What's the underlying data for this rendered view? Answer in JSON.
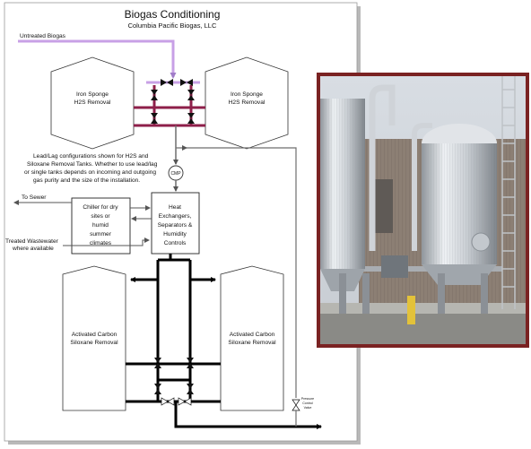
{
  "title": "Biogas Conditioning",
  "subtitle": "Columbia Pacific Biogas, LLC",
  "labels": {
    "untreated_biogas": "Untreated Biogas",
    "iron_sponge_left_1": "Iron Sponge",
    "iron_sponge_left_2": "H2S Removal",
    "iron_sponge_right_1": "Iron Sponge",
    "iron_sponge_right_2": "H2S Removal",
    "note_line_1": "Lead/Lag configurations shown for H2S and",
    "note_line_2": "Siloxane Removal Tanks.  Whether to use lead/lag",
    "note_line_3": "or single tanks depends on incoming and outgoing",
    "note_line_4": "gas purity and the size of the installation.",
    "cmp": "CMP",
    "to_sewer": "To Sewer",
    "chiller_1": "Chiller for dry",
    "chiller_2": "sites or",
    "chiller_3": "humid",
    "chiller_4": "summer",
    "chiller_5": "climates",
    "heat_1": "Heat",
    "heat_2": "Exchangers,",
    "heat_3": "Separators &",
    "heat_4": "Humidity",
    "heat_5": "Controls",
    "treated_ww_1": "Treated Wastewater",
    "treated_ww_2": "where available",
    "carbon_left_1": "Activated Carbon",
    "carbon_left_2": "Siloxane Removal",
    "carbon_right_1": "Activated Carbon",
    "carbon_right_2": "Siloxane Removal",
    "prv_1": "Pressure",
    "prv_2": "Control",
    "prv_3": "Valve"
  },
  "colors": {
    "biogas_line": "#c8a0e6",
    "h2s_loop": "#8e1f4a",
    "gas_line": "#6e6e6e",
    "process_line": "#000000",
    "photo_frame": "#7a2222",
    "panel_bg": "#ffffff",
    "panel_shadow": "#b5b5b5"
  }
}
